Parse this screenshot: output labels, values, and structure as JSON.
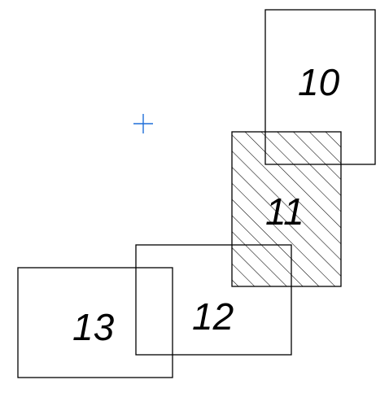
{
  "colors": {
    "background": "#ffffff",
    "stroke": "#000000",
    "cursor": "#1e6fd9"
  },
  "cursor": {
    "icon": "crosshair-icon"
  },
  "shapes": [
    {
      "id": "rect-10",
      "label": "10",
      "hatched": false
    },
    {
      "id": "rect-11",
      "label": "11",
      "hatched": true
    },
    {
      "id": "rect-12",
      "label": "12",
      "hatched": false
    },
    {
      "id": "rect-13",
      "label": "13",
      "hatched": false
    }
  ]
}
